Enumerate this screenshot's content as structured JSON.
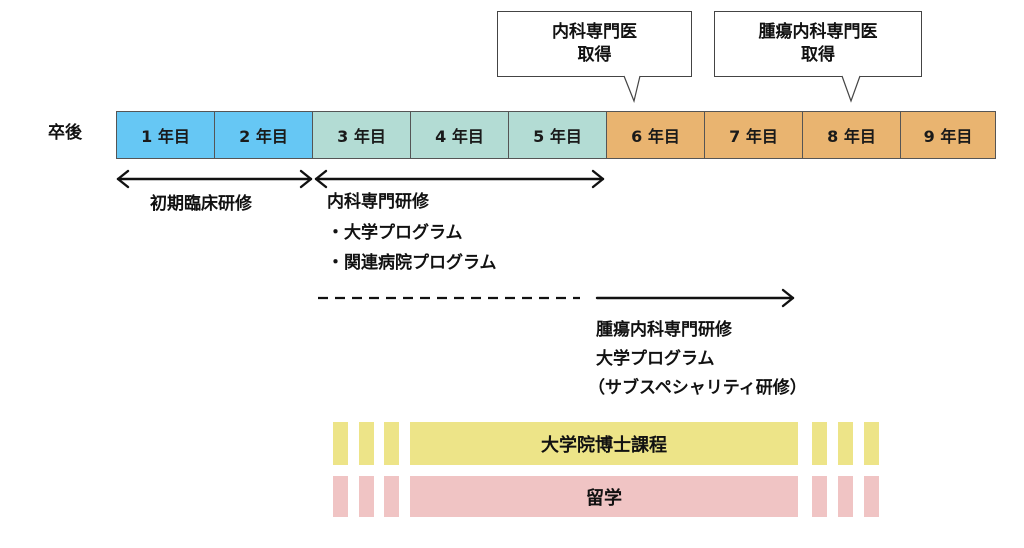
{
  "row_label": "卒後",
  "years": [
    {
      "label": "1 年目",
      "color": "#66c7f4"
    },
    {
      "label": "2 年目",
      "color": "#66c7f4"
    },
    {
      "label": "3 年目",
      "color": "#b3dcd4"
    },
    {
      "label": "4 年目",
      "color": "#b3dcd4"
    },
    {
      "label": "5 年目",
      "color": "#b3dcd4"
    },
    {
      "label": "6 年目",
      "color": "#e9b470"
    },
    {
      "label": "7 年目",
      "color": "#e9b470"
    },
    {
      "label": "8 年目",
      "color": "#e9b470"
    },
    {
      "label": "9 年目",
      "color": "#e9b470"
    }
  ],
  "callouts": [
    {
      "line1": "内科専門医",
      "line2": "取得"
    },
    {
      "line1": "腫瘍内科専門医",
      "line2": "取得"
    }
  ],
  "phases": {
    "initial": "初期臨床研修",
    "internal": {
      "title": "内科専門研修",
      "items": [
        "・大学プログラム",
        "・関連病院プログラム"
      ]
    },
    "oncology": {
      "lines": [
        "腫瘍内科専門研修",
        "大学プログラム",
        "（サブスペシャリティ研修）"
      ]
    }
  },
  "bands": {
    "graduate": {
      "label": "大学院博士課程",
      "color": "#ede488"
    },
    "abroad": {
      "label": "留学",
      "color": "#f0c4c4"
    }
  }
}
